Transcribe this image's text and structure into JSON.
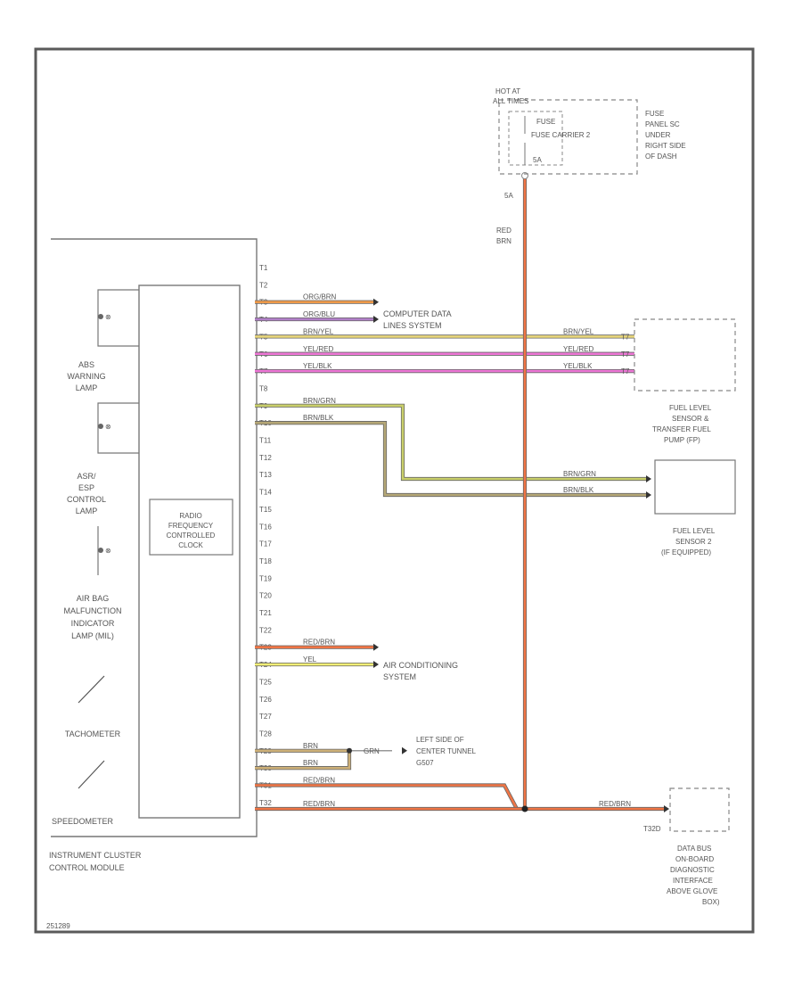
{
  "diagram_id": "251289",
  "module_label": [
    "INSTRUMENT CLUSTER",
    "CONTROL MODULE"
  ],
  "rf_module_label": [
    "RADIO",
    "FREQUENCY",
    "CONTROLLED",
    "CLOCK"
  ],
  "cluster_items": {
    "abs_lamp": [
      "ABS",
      "WARNING",
      "LAMP"
    ],
    "asr_lamp": [
      "ASR/",
      "ESP",
      "CONTROL",
      "LAMP"
    ],
    "airbag_lamp": [
      "AIR BAG",
      "MALFUNCTION",
      "INDICATOR",
      "LAMP (MIL)"
    ],
    "tachometer": "TACHOMETER",
    "speedometer": "SPEEDOMETER"
  },
  "pin_labels": [
    "T1",
    "T2",
    "T3",
    "T4",
    "T5",
    "T6",
    "T7",
    "T8",
    "T9",
    "T10",
    "T11",
    "T12",
    "T13",
    "T14",
    "T15",
    "T16",
    "T17",
    "T18",
    "T19",
    "T20",
    "T21",
    "T22",
    "T23",
    "T24",
    "T25",
    "T26",
    "T27",
    "T28",
    "T29",
    "T30",
    "T31",
    "T32"
  ],
  "wires": {
    "w1": "ORG/BRN",
    "w2": "ORG/BLU",
    "w3": "BRN/YEL",
    "w4": "YEL/RED",
    "w5": "YEL/BLK",
    "w6": "BRN/GRN",
    "w7": "BRN/BLK",
    "w8": "RED/BRN",
    "w9": "YEL",
    "w10": "BRN",
    "w11": "BRN",
    "w12": "RED/BRN",
    "w13": "RED/BRN",
    "fuse_feed": "RED/BRN",
    "dlc": "RED/BRN",
    "fuel1_a": "BRN/YEL",
    "fuel1_b": "YEL/RED",
    "fuel1_c": "YEL/BLK",
    "fuel2_a": "BRN/GRN",
    "fuel2_b": "BRN/BLK",
    "ground": "GRN"
  },
  "fuel1_pins": [
    "T7",
    "T7",
    "T7"
  ],
  "destinations": {
    "computer_data": [
      "COMPUTER DATA",
      "LINES SYSTEM"
    ],
    "air_conditioning": [
      "AIR CONDITIONING",
      "SYSTEM"
    ],
    "ground_location": [
      "LEFT SIDE OF",
      "CENTER TUNNEL",
      "G507"
    ]
  },
  "fuse": {
    "hot_at": [
      "HOT AT",
      "ALL TIMES"
    ],
    "name": "FUSE",
    "carrier": "FUSE CARRIER 2",
    "rating": "5A",
    "panel": [
      "FUSE",
      "PANEL SC",
      "UNDER",
      "RIGHT SIDE",
      "OF DASH"
    ]
  },
  "fuel_sensor_1": [
    "FUEL LEVEL",
    "SENSOR &",
    "TRANSFER FUEL",
    "PUMP (FP)"
  ],
  "fuel_sensor_2": [
    "FUEL LEVEL",
    "SENSOR 2",
    "(IF EQUIPPED)"
  ],
  "dlc": {
    "connector": "T32D",
    "label": [
      "DATA BUS",
      "ON-BOARD",
      "DIAGNOSTIC",
      "INTERFACE",
      "ABOVE GLOVE",
      "BOX)"
    ]
  },
  "colors": {
    "border": "#5a5a5a",
    "orange": "#ee9a4a",
    "purple": "#b17fc8",
    "yellow_tan": "#e9d77a",
    "magenta": "#ee77d6",
    "olive_green": "#c9cf6a",
    "olive_brown": "#b5a776",
    "red_orange": "#f07545",
    "yellow": "#f1ee76",
    "brown": "#cdb078"
  }
}
